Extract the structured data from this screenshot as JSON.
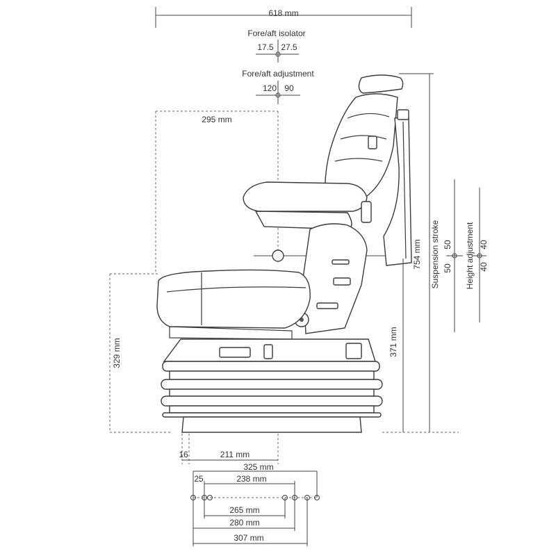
{
  "dimensions": {
    "overall_width": "618 mm",
    "fore_aft_isolator_title": "Fore/aft isolator",
    "isolator_left": "17.5",
    "isolator_right": "27.5",
    "fore_aft_adjustment_title": "Fore/aft adjustment",
    "adjust_left": "120",
    "adjust_right": "90",
    "seat_depth": "295 mm",
    "overall_height": "754 mm",
    "suspension_stroke_label": "Suspension stroke",
    "suspension_up": "50",
    "suspension_down": "50",
    "height_adjustment_label": "Height adjustment",
    "height_up": "40",
    "height_down": "40",
    "front_height": "329 mm",
    "rear_height": "371 mm",
    "offset_small": "16",
    "base_depth": "211 mm",
    "rail_325": "325 mm",
    "rail_25": "25",
    "rail_238": "238 mm",
    "rail_265": "265 mm",
    "rail_280": "280 mm",
    "rail_307": "307 mm"
  },
  "colors": {
    "line": "#444444",
    "text": "#333333",
    "background": "#ffffff"
  }
}
